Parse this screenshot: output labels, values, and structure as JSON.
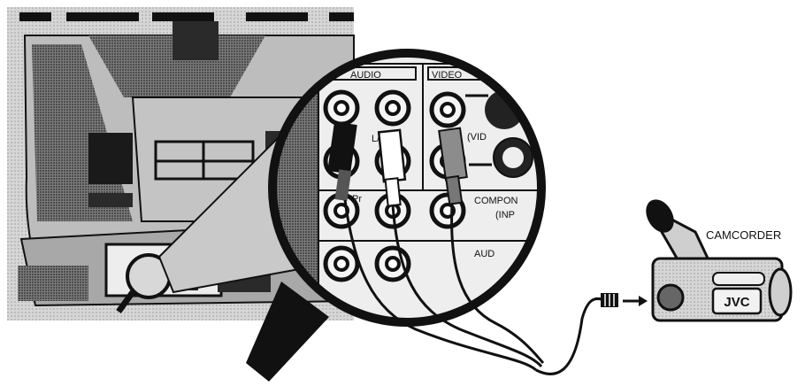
{
  "labels": {
    "audio": "AUDIO",
    "video": "VIDEO",
    "lr": "L/",
    "pr": "Pr",
    "svideo": "(VID",
    "component": "COMPON",
    "input": "(INP",
    "audio2": "AUD",
    "camcorder": "CAMCORDER",
    "brand": "JVC"
  },
  "colors": {
    "tv_body": "#d2d2d2",
    "tv_dark": "#6e6e6e",
    "tv_shadow": "#9a9a9a",
    "panel": "#eeeeee",
    "ink": "#000000",
    "magnifier_handle": "#111111",
    "camcorder": "#cfcfcf"
  }
}
